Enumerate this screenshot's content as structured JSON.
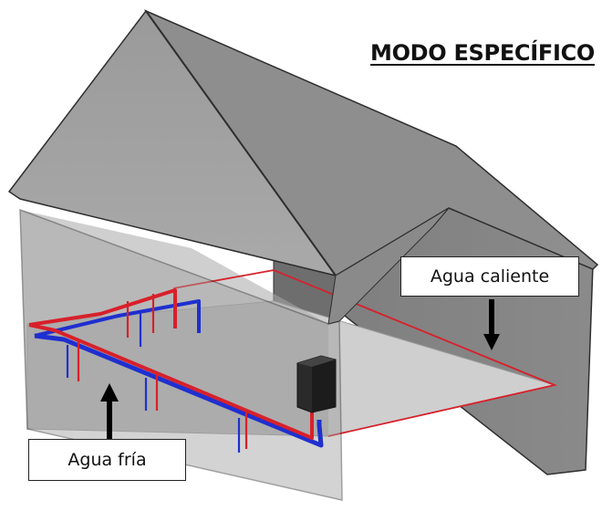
{
  "diagram": {
    "title": "MODO ESPECÍFICO",
    "labels": {
      "hot_water": "Agua caliente",
      "cold_water": "Agua fría"
    },
    "colors": {
      "hot_pipe": "#d8202a",
      "cold_pipe": "#1f2fd0",
      "heater": "#2a2a2a",
      "wall_light": "#b9b9b9",
      "wall_mid": "#8c8c8c",
      "wall_dark": "#7a7a7a",
      "floor": "#cfcfcf",
      "outline": "#2e2e2e"
    }
  }
}
